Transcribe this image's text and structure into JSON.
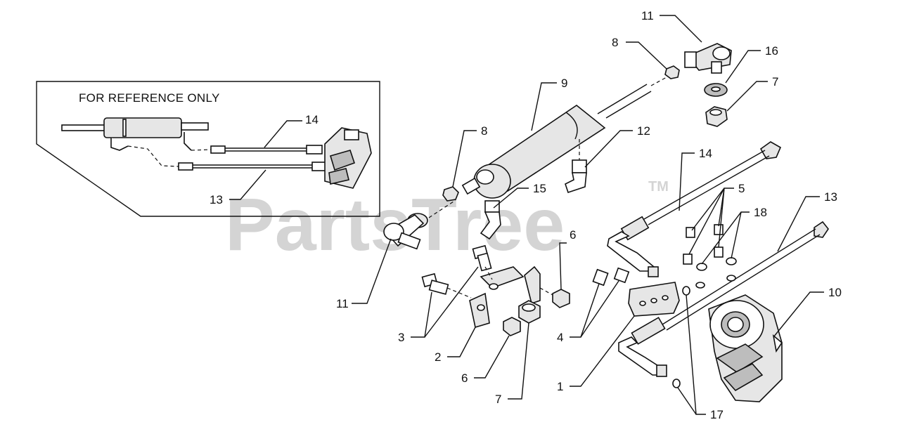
{
  "reference_box": {
    "title": "FOR REFERENCE ONLY",
    "callouts": {
      "hose_14": "14",
      "hose_13": "13"
    }
  },
  "watermark": {
    "text": "PartsTree",
    "mark": "TM"
  },
  "callouts": {
    "c1": "1",
    "c2": "2",
    "c3": "3",
    "c4": "4",
    "c5": "5",
    "c6a": "6",
    "c6b": "6",
    "c7a": "7",
    "c7b": "7",
    "c8a": "8",
    "c8b": "8",
    "c9": "9",
    "c10": "10",
    "c11a": "11",
    "c11b": "11",
    "c12": "12",
    "c13": "13",
    "c14": "14",
    "c15": "15",
    "c16": "16",
    "c17": "17",
    "c18": "18"
  }
}
